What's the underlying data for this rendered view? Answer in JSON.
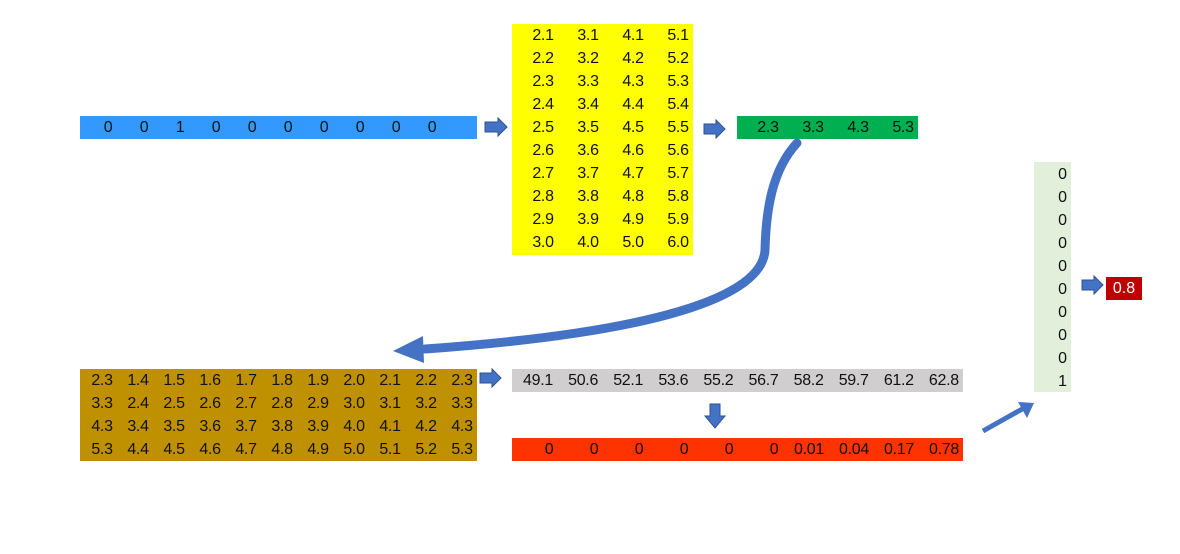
{
  "colors": {
    "onehot": "#3399ff",
    "embedding": "#ffff00",
    "vector": "#00b050",
    "matrix": "#bf9000",
    "scores": "#d0cece",
    "softmax": "#ff3300",
    "target": "#e2efda",
    "result": "#c00000",
    "arrow": "#4472c4",
    "arrow_stroke": "#2f528f"
  },
  "onehot": [
    "0",
    "0",
    "1",
    "0",
    "0",
    "0",
    "0",
    "0",
    "0",
    "0"
  ],
  "embedding": [
    [
      "2.1",
      "3.1",
      "4.1",
      "5.1"
    ],
    [
      "2.2",
      "3.2",
      "4.2",
      "5.2"
    ],
    [
      "2.3",
      "3.3",
      "4.3",
      "5.3"
    ],
    [
      "2.4",
      "3.4",
      "4.4",
      "5.4"
    ],
    [
      "2.5",
      "3.5",
      "4.5",
      "5.5"
    ],
    [
      "2.6",
      "3.6",
      "4.6",
      "5.6"
    ],
    [
      "2.7",
      "3.7",
      "4.7",
      "5.7"
    ],
    [
      "2.8",
      "3.8",
      "4.8",
      "5.8"
    ],
    [
      "2.9",
      "3.9",
      "4.9",
      "5.9"
    ],
    [
      "3.0",
      "4.0",
      "5.0",
      "6.0"
    ]
  ],
  "vector": [
    "2.3",
    "3.3",
    "4.3",
    "5.3"
  ],
  "matrix": [
    [
      "2.3",
      "1.4",
      "1.5",
      "1.6",
      "1.7",
      "1.8",
      "1.9",
      "2.0",
      "2.1",
      "2.2",
      "2.3"
    ],
    [
      "3.3",
      "2.4",
      "2.5",
      "2.6",
      "2.7",
      "2.8",
      "2.9",
      "3.0",
      "3.1",
      "3.2",
      "3.3"
    ],
    [
      "4.3",
      "3.4",
      "3.5",
      "3.6",
      "3.7",
      "3.8",
      "3.9",
      "4.0",
      "4.1",
      "4.2",
      "4.3"
    ],
    [
      "5.3",
      "4.4",
      "4.5",
      "4.6",
      "4.7",
      "4.8",
      "4.9",
      "5.0",
      "5.1",
      "5.2",
      "5.3"
    ]
  ],
  "scores": [
    "49.1",
    "50.6",
    "52.1",
    "53.6",
    "55.2",
    "56.7",
    "58.2",
    "59.7",
    "61.2",
    "62.8"
  ],
  "softmax": [
    "0",
    "0",
    "0",
    "0",
    "0",
    "0",
    "0.01",
    "0.04",
    "0.17",
    "0.78"
  ],
  "target": [
    "0",
    "0",
    "0",
    "0",
    "0",
    "0",
    "0",
    "0",
    "0",
    "1"
  ],
  "result": "0.8"
}
